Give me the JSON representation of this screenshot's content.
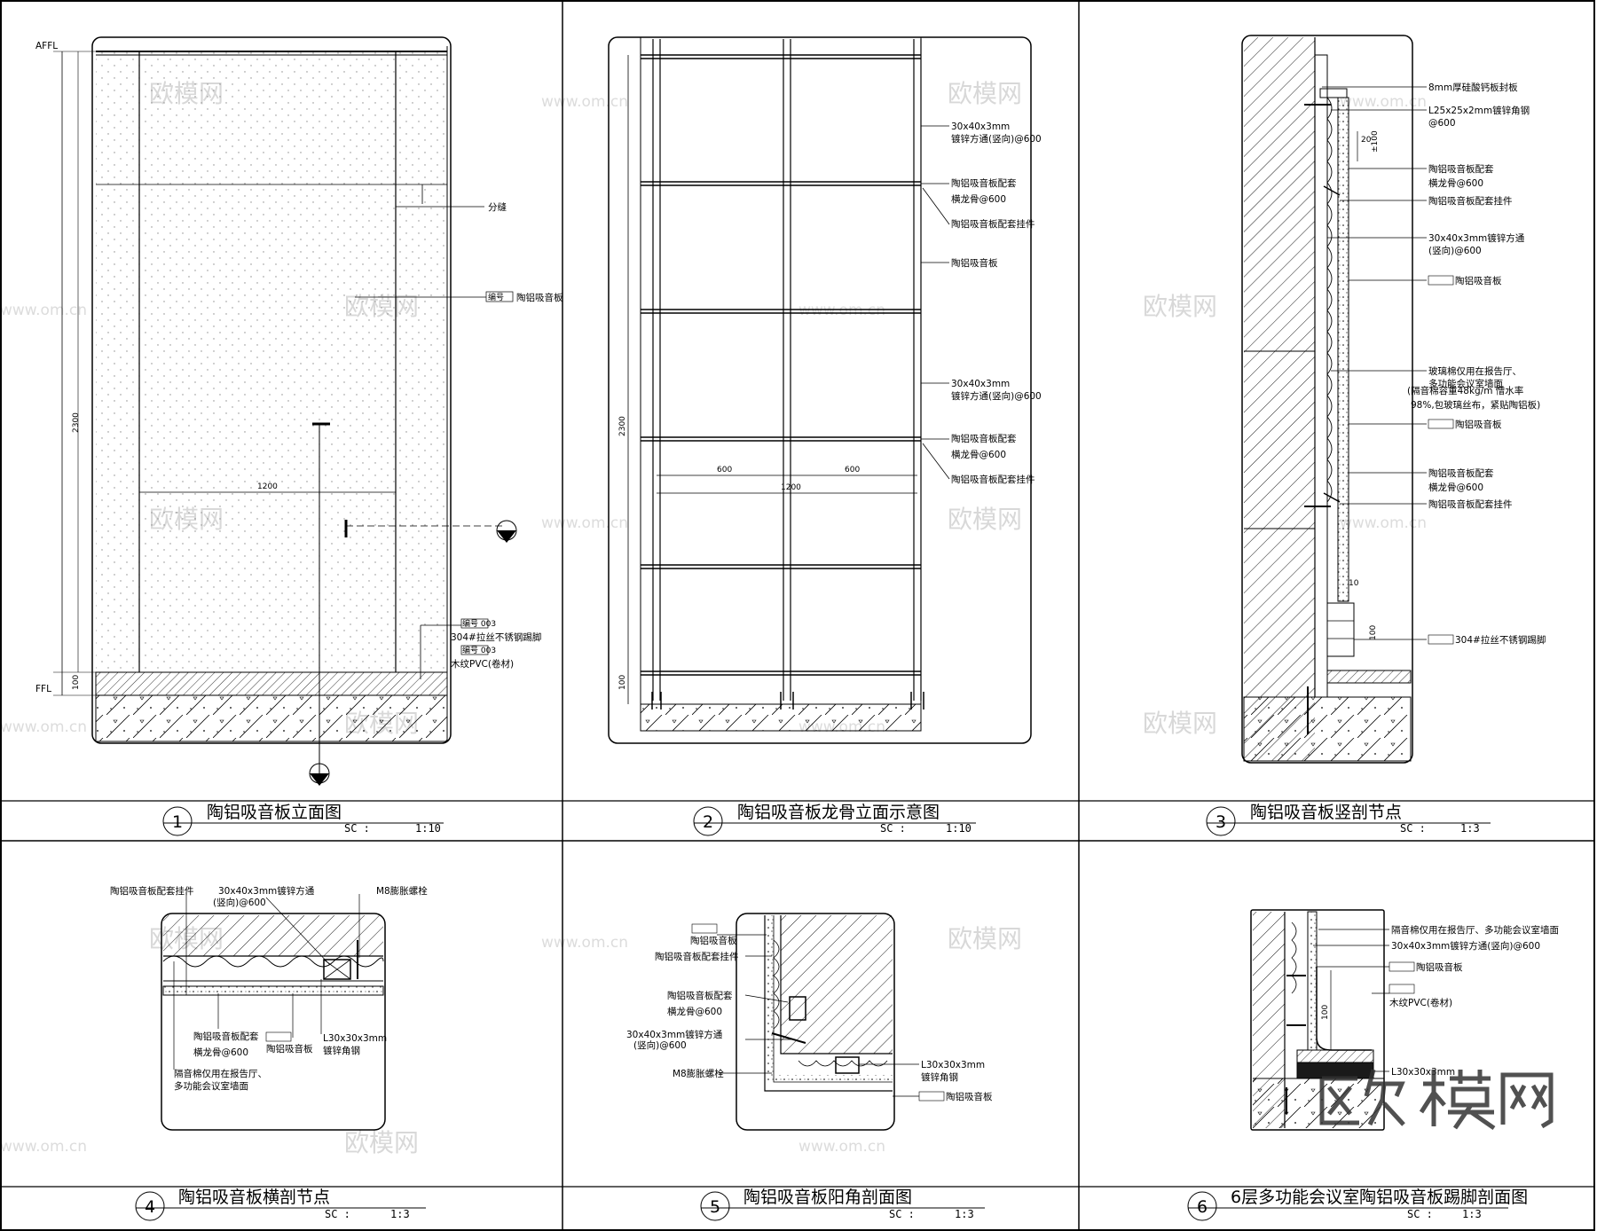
{
  "drawings": [
    {
      "number": "1",
      "title": "陶铝吸音板立面图",
      "scale_label": "SC :",
      "scale": "1:10"
    },
    {
      "number": "2",
      "title": "陶铝吸音板龙骨立面示意图",
      "scale_label": "SC :",
      "scale": "1:10"
    },
    {
      "number": "3",
      "title": "陶铝吸音板竖剖节点",
      "scale_label": "SC :",
      "scale": "1:3"
    },
    {
      "number": "4",
      "title": "陶铝吸音板横剖节点",
      "scale_label": "SC :",
      "scale": "1:3"
    },
    {
      "number": "5",
      "title": "陶铝吸音板阳角剖面图",
      "scale_label": "SC :",
      "scale": "1:3"
    },
    {
      "number": "6",
      "title": "6层多功能会议室陶铝吸音板踢脚剖面图",
      "scale_label": "SC :",
      "scale": "1:3"
    }
  ],
  "d1": {
    "level_top": "AFFL",
    "level_bottom": "FFL",
    "height": "2300",
    "base": "100",
    "width": "1200",
    "label_seam": "分缝",
    "label_panel": "陶铝吸音板",
    "label_kick": "304#拉丝不锈钢踢脚",
    "label_pvc": "木纹PVC(卷材)",
    "tag": "编号",
    "tag2": "编号 003"
  },
  "d2": {
    "height": "2300",
    "base": "100",
    "half_a": "600",
    "half_b": "600",
    "width": "1200",
    "label_tube": "30x40x3mm",
    "label_tube2": "镀锌方通(竖向)@600",
    "label_keel": "陶铝吸音板配套",
    "label_keel2": "横龙骨@600",
    "label_hanger": "陶铝吸音板配套挂件",
    "label_panel": "陶铝吸音板"
  },
  "d3": {
    "l1": "8mm厚硅酸钙板封板",
    "l2": "L25x25x2mm镀锌角钢",
    "l3": "@600",
    "l4": "陶铝吸音板配套",
    "l5": "横龙骨@600",
    "l6": "陶铝吸音板配套挂件",
    "l7": "30x40x3mm镀锌方通",
    "l8": "(竖向)@600",
    "l9": "陶铝吸音板",
    "l10": "玻璃棉仅用在报告厅、",
    "l11": "多功能会议室墙面",
    "l12": "(隔音棉容重48kg/m   憎水率",
    "l13": "98%,包玻璃丝布，紧贴陶铝板)",
    "l14": "304#拉丝不锈钢踢脚",
    "d20": "20",
    "d100": "±100",
    "d10": "10",
    "d100b": "100"
  },
  "d4": {
    "l1": "陶铝吸音板配套挂件",
    "l2": "30x40x3mm镀锌方通",
    "l3": "(竖向)@600",
    "l4": "M8膨胀螺栓",
    "l5": "陶铝吸音板配套",
    "l6": "横龙骨@600",
    "l7": "陶铝吸音板",
    "l8": "L30x30x3mm",
    "l9": "镀锌角钢",
    "l10": "隔音棉仅用在报告厅、",
    "l11": "多功能会议室墙面"
  },
  "d5": {
    "l1": "陶铝吸音板",
    "l2": "陶铝吸音板配套挂件",
    "l3": "陶铝吸音板配套",
    "l4": "横龙骨@600",
    "l5": "30x40x3mm镀锌方通",
    "l6": "(竖向)@600",
    "l7": "M8膨胀螺栓",
    "l8": "L30x30x3mm",
    "l9": "镀锌角钢",
    "l10": "陶铝吸音板"
  },
  "d6": {
    "l1": "隔音棉仅用在报告厅、多功能会议室墙面",
    "l2": "30x40x3mm镀锌方通(竖向)@600",
    "l3": "陶铝吸音板",
    "l4": "木纹PVC(卷材)",
    "l5": "L30x30x3mm",
    "d100": "100"
  },
  "watermark": {
    "brand": "欧模网",
    "url": "www.om.cn"
  }
}
